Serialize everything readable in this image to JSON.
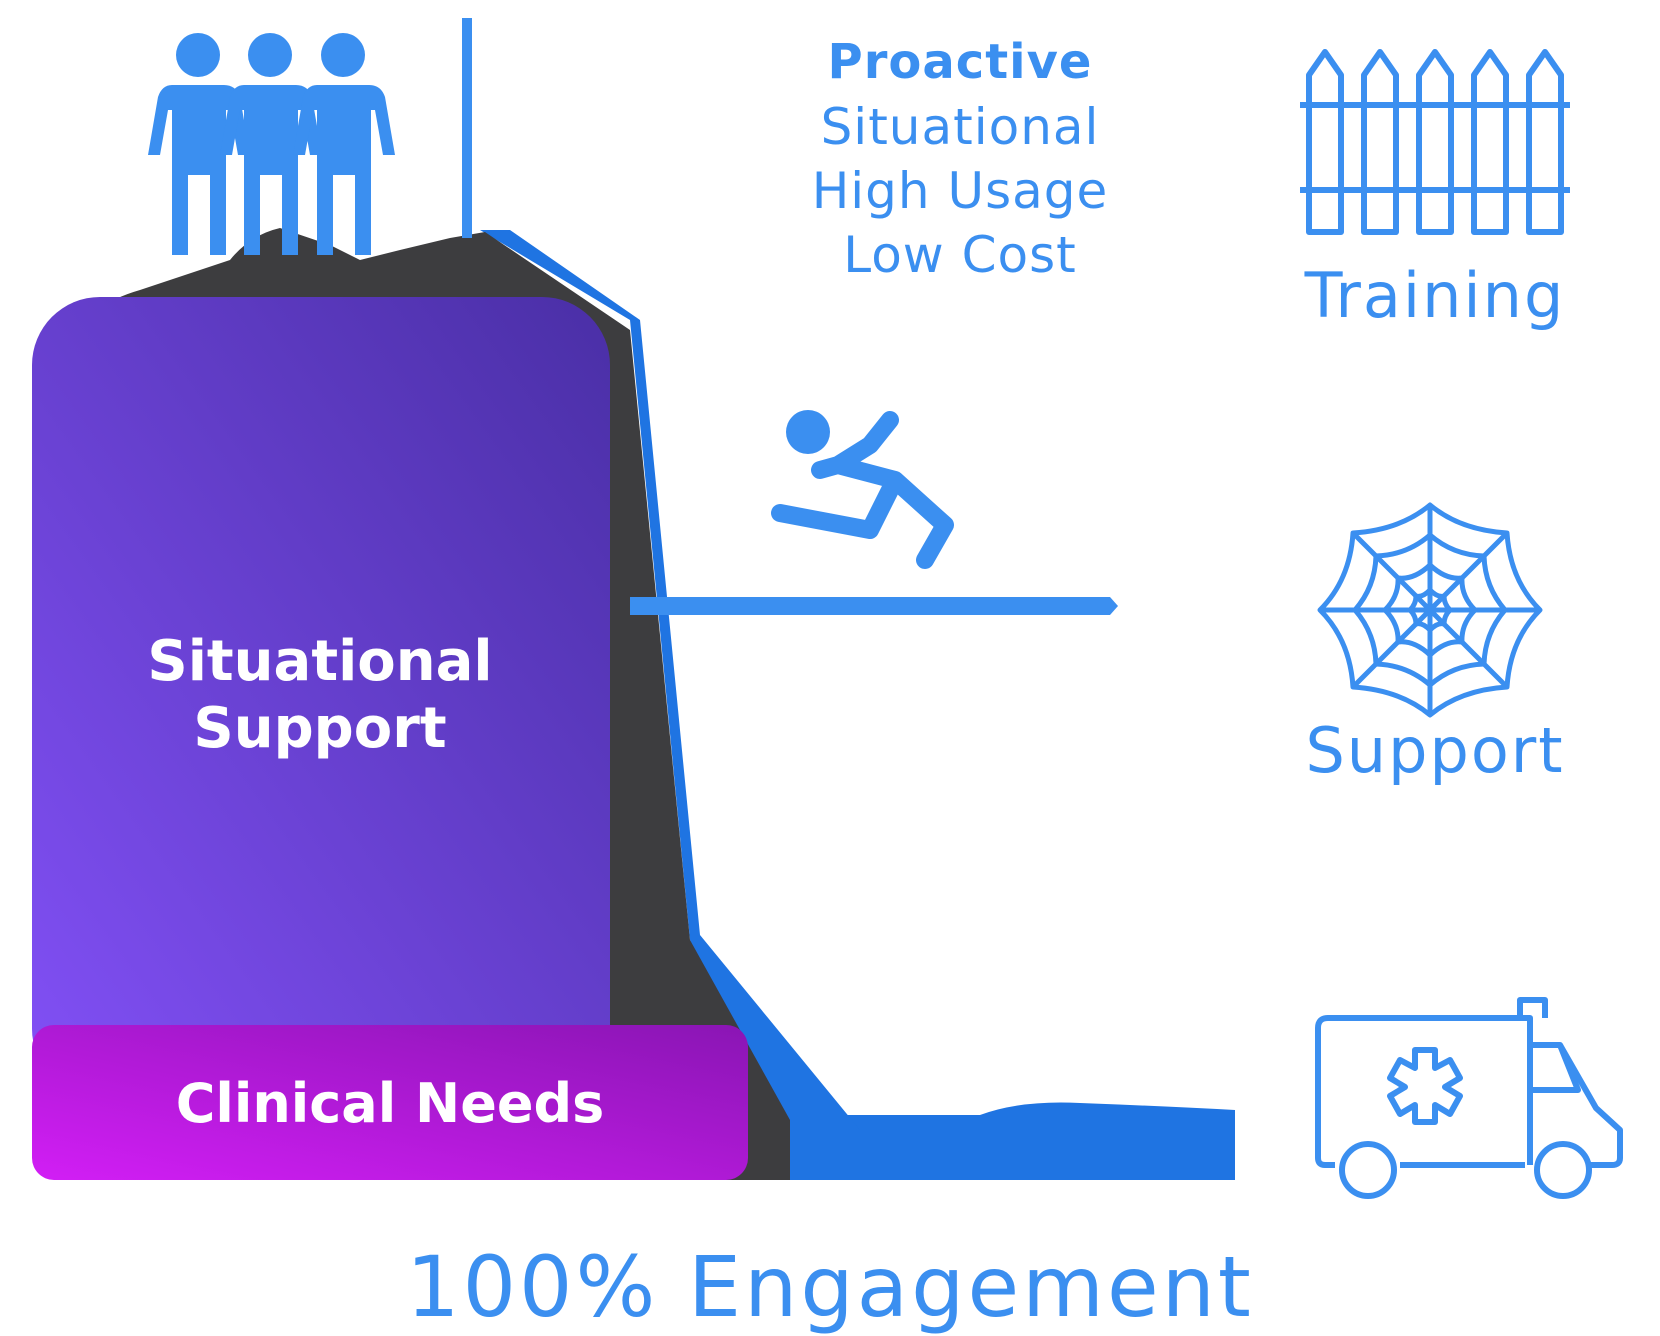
{
  "characteristics": {
    "heading": "Proactive",
    "items": [
      "Situational",
      "High Usage",
      "Low Cost"
    ]
  },
  "blocks": {
    "situational": "Situational Support",
    "clinical": "Clinical Needs"
  },
  "icons": [
    {
      "name": "fence-icon",
      "label": "Training"
    },
    {
      "name": "spider-web-icon",
      "label": "Support"
    },
    {
      "name": "ambulance-icon",
      "label": ""
    }
  ],
  "footer": "100% Engagement",
  "colors": {
    "accent_blue": "#3b8ff0",
    "cliff_blue": "#1f74e2",
    "rock_dark": "#3d3d3f",
    "purple_top": "#4a2fa6",
    "purple_bottom": "#8250f6",
    "magenta": "#c21ef2"
  }
}
